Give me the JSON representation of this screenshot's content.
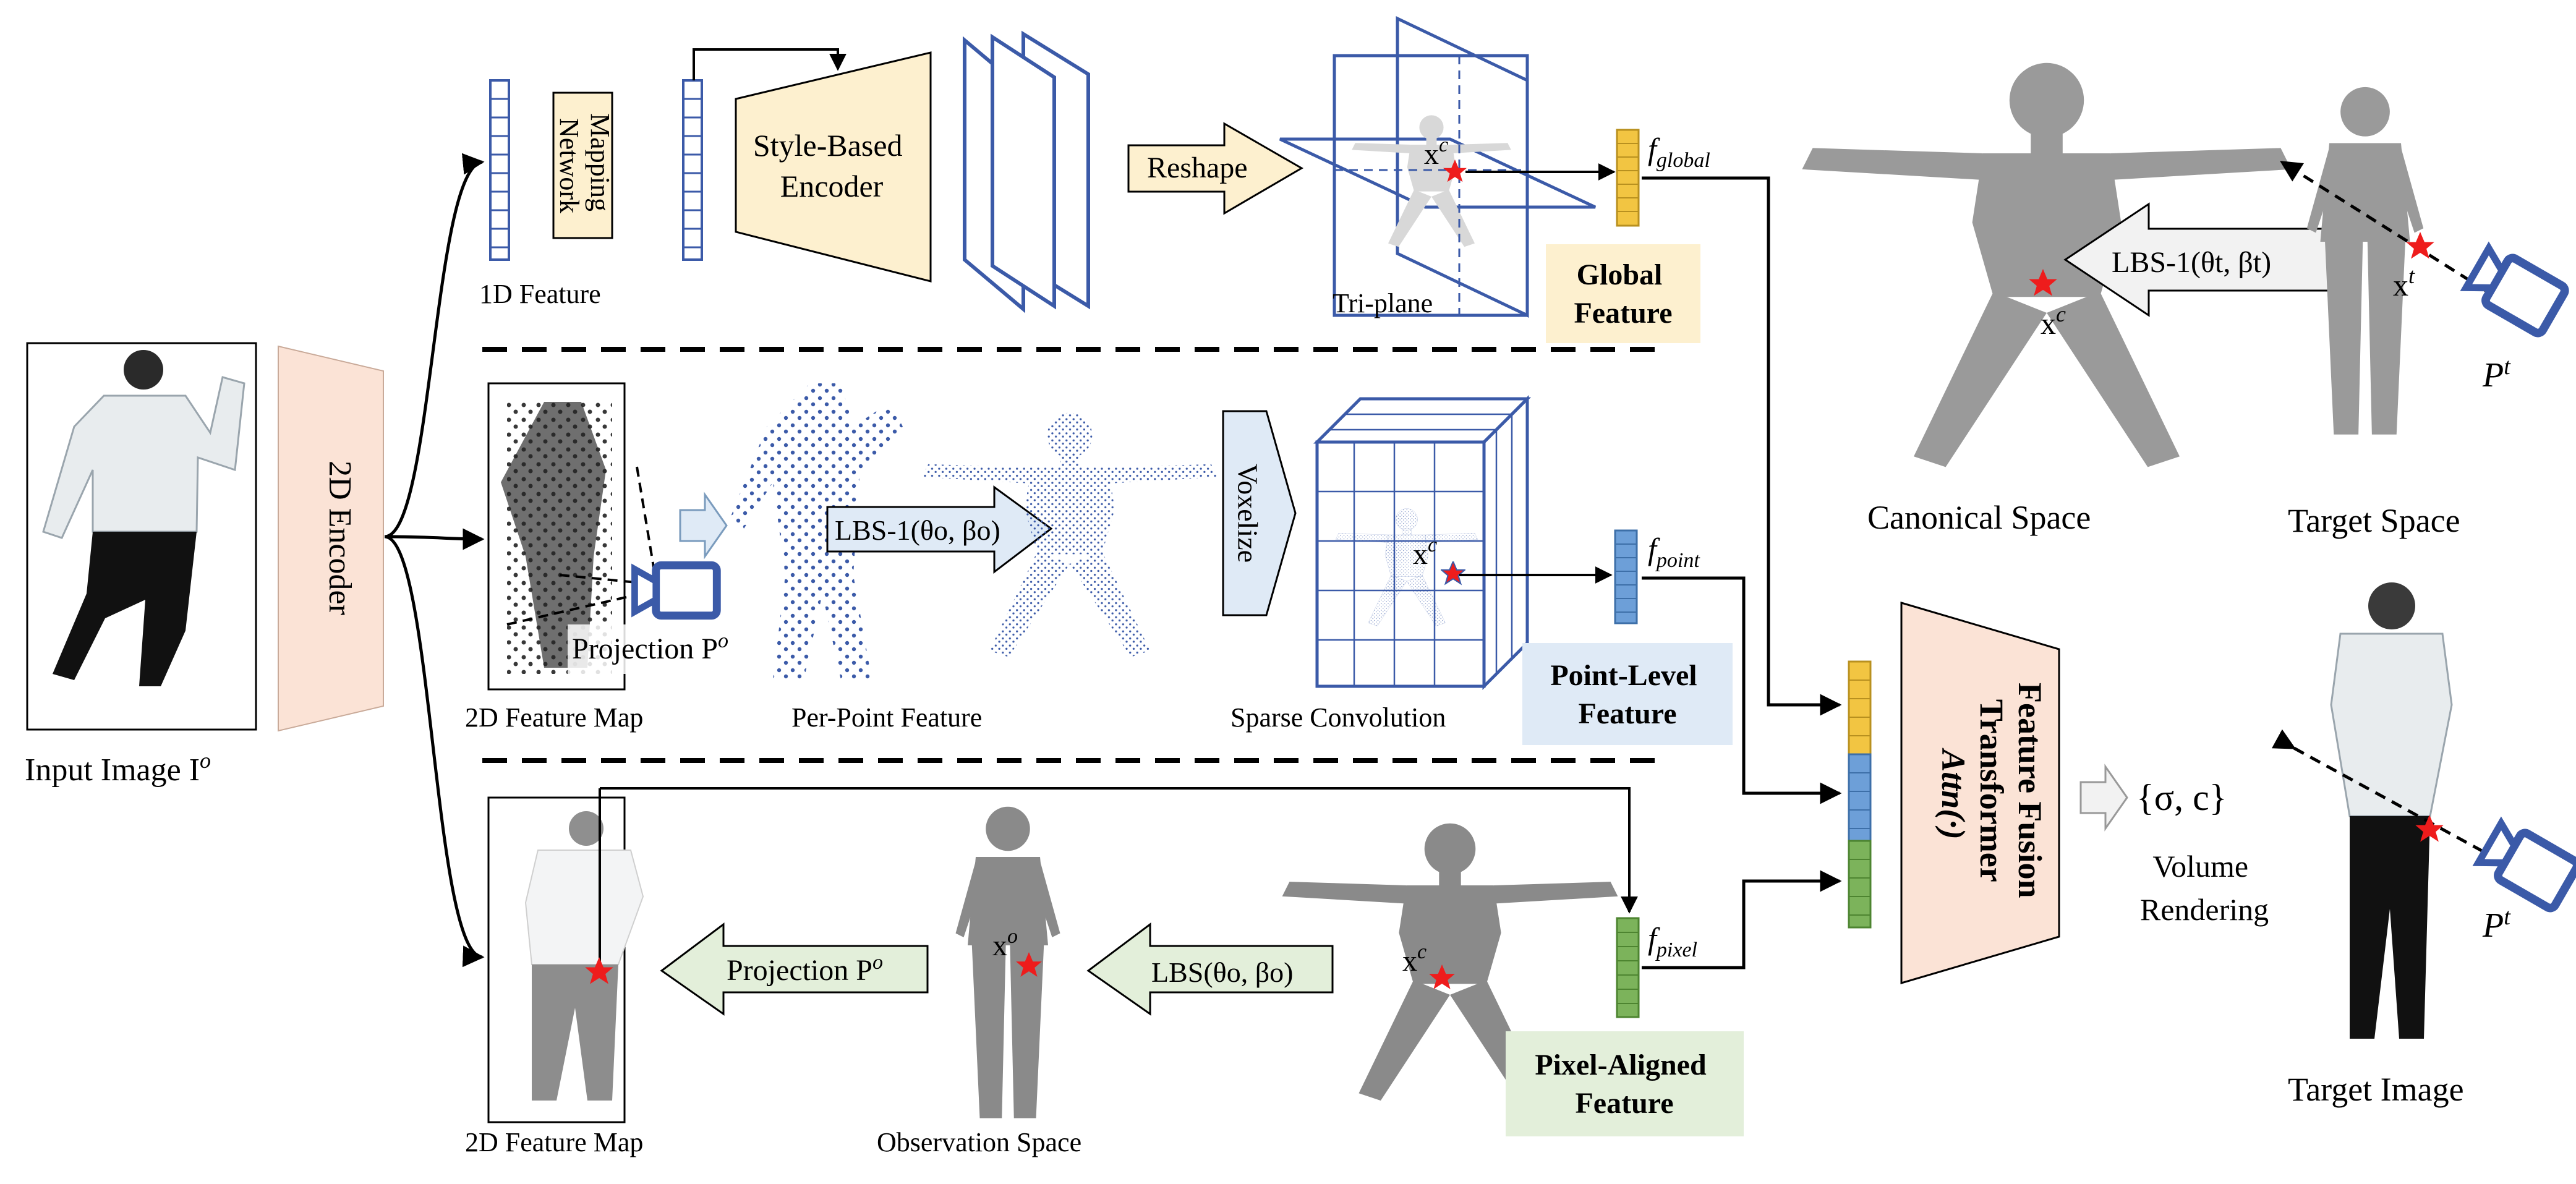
{
  "labels": {
    "input_image": "Input Image I",
    "input_image_sup": "o",
    "encoder_2d": "2D Encoder",
    "feature_1d": "1D Feature",
    "mapping_network": [
      "Mapping",
      "Network"
    ],
    "style_encoder": [
      "Style-Based",
      "Encoder"
    ],
    "reshape": "Reshape",
    "triplane": "Tri-plane",
    "global_feature": [
      "Global",
      "Feature"
    ],
    "f_global_sub": "global",
    "feature_map_2d_mid": "2D Feature Map",
    "projection_mid": "Projection P",
    "projection_mid_sup": "o",
    "per_point_feature": "Per-Point Feature",
    "lbs_inverse_obs": "LBS-1(θo, βo)",
    "voxelize": "Voxelize",
    "sparse_conv": "Sparse Convolution",
    "point_level_feature": [
      "Point-Level",
      "Feature"
    ],
    "f_point_sub": "point",
    "feature_map_2d_bottom": "2D Feature Map",
    "projection_bottom": "Projection P",
    "projection_bottom_sup": "o",
    "observation_space": "Observation Space",
    "lbs_obs": "LBS(θo, βo)",
    "pixel_aligned_feature": [
      "Pixel-Aligned",
      "Feature"
    ],
    "f_pixel_sub": "pixel",
    "canonical_space": "Canonical Space",
    "target_space": "Target Space",
    "lbs_inverse_target": "LBS-1(θt, βt)",
    "fusion_transformer": [
      "Feature Fusion",
      "Transformer",
      "Attn(·)"
    ],
    "output_sigma_c": "{σ, c}",
    "volume_rendering": [
      "Volume",
      "Rendering"
    ],
    "target_image": "Target Image",
    "x_c": "x",
    "x_c_sup": "c",
    "x_o_sup": "o",
    "x_t_sup": "t",
    "p_t": "P",
    "p_t_sup": "t"
  },
  "colors": {
    "accent_blue": "#3b5aa8",
    "encoder_fill": "#fbe3d6",
    "global_fill": "#fdf0cf",
    "point_fill": "#dfeaf6",
    "pixel_fill": "#e3efda",
    "feature_yellow": "#f2c542",
    "feature_blue": "#6d9fd8",
    "feature_green": "#7cb35b",
    "star_red": "#ee1c1c"
  }
}
